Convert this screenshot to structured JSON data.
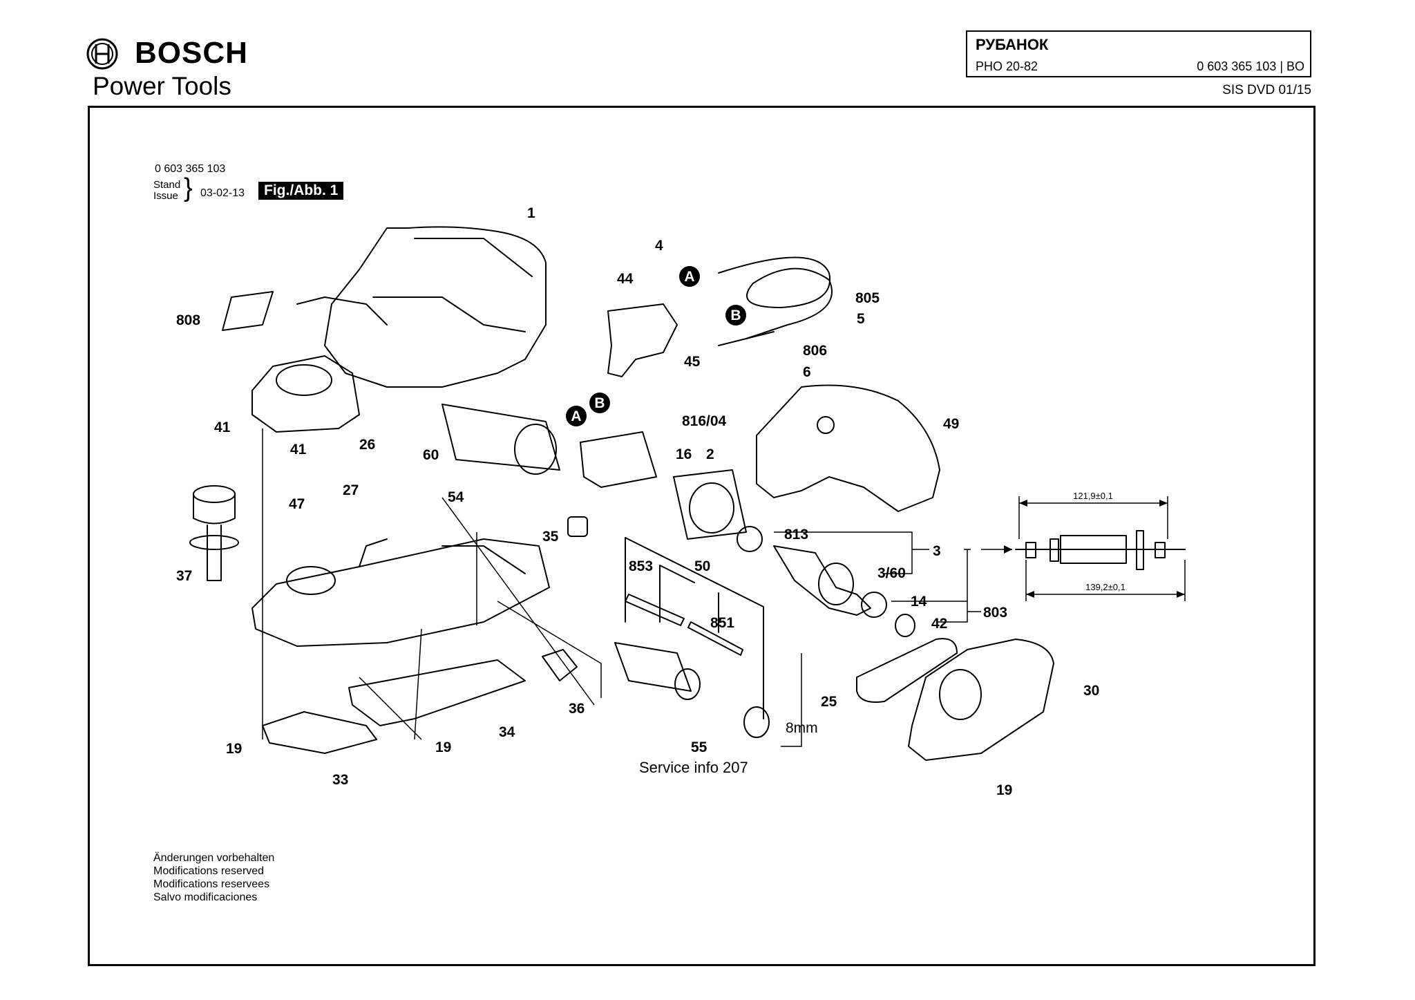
{
  "header": {
    "brand": "BOSCH",
    "subbrand": "Power Tools",
    "title_name": "РУБАНОК",
    "model": "PHO 20-82",
    "part_number": "0 603 365 103 | BO",
    "doc_ref": "SIS DVD 01/15"
  },
  "diagram": {
    "part_number": "0 603 365 103",
    "stand": "Stand",
    "issue": "Issue",
    "date": "03-02-13",
    "figure_label": "Fig./Abb. 1",
    "service_info": "Service info 207",
    "dim_top": "121,9±0,1",
    "dim_bottom": "139,2±0,1",
    "connector_a": "A",
    "connector_b": "B",
    "labels": {
      "p1": "1",
      "p4": "4",
      "p44": "44",
      "p805": "805",
      "p5": "5",
      "p808": "808",
      "p806": "806",
      "p6": "6",
      "p45": "45",
      "p816_04": "816/04",
      "p49": "49",
      "p41a": "41",
      "p41b": "41",
      "p26": "26",
      "p60": "60",
      "p16": "16",
      "p2": "2",
      "p47": "47",
      "p27": "27",
      "p54": "54",
      "p35": "35",
      "p813": "813",
      "p3": "3",
      "p3_60": "3/60",
      "p853": "853",
      "p50": "50",
      "p37": "37",
      "p14": "14",
      "p803": "803",
      "p851": "851",
      "p42": "42",
      "p36": "36",
      "p30": "30",
      "p25": "25",
      "p34": "34",
      "p19a": "19",
      "p19b": "19",
      "p19c": "19",
      "p55": "55",
      "p8mm": "8mm",
      "p33": "33"
    }
  },
  "notes": [
    "Änderungen vorbehalten",
    "Modifications reserved",
    "Modifications reservees",
    "Salvo modificaciones"
  ]
}
